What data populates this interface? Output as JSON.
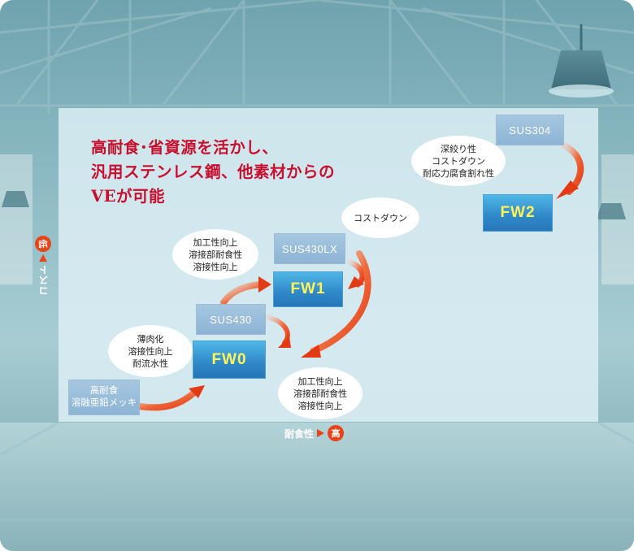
{
  "headline": {
    "line1": "高耐食･省資源を活かし、",
    "line2": "汎用ステンレス鋼、他素材からの",
    "line3": "VEが可能"
  },
  "materials": {
    "sus304": "SUS304",
    "sus430lx": "SUS430LX",
    "sus430": "SUS430",
    "galv_line1": "高耐食",
    "galv_line2": "溶融亜鉛メッキ"
  },
  "products": {
    "fw2": "FW2",
    "fw1": "FW1",
    "fw0": "FW0"
  },
  "bubbles": {
    "fw2_notes": [
      "深絞り性",
      "コストダウン",
      "耐応力腐食割れ性"
    ],
    "cost_down": [
      "コストダウン"
    ],
    "fw1_notes": [
      "加工性向上",
      "溶接部耐食性",
      "溶接性向上"
    ],
    "fw0_notes": [
      "薄肉化",
      "溶接性向上",
      "耐流水性"
    ],
    "fw0_to_fw1_notes": [
      "加工性向上",
      "溶接部耐食性",
      "溶接性向上"
    ]
  },
  "axes": {
    "x_label": "耐食性",
    "x_high": "高",
    "y_label": "コスト",
    "y_high": "低"
  },
  "colors": {
    "headline": "#c8102e",
    "arrow": "#e8441a",
    "product_text": "#fff35a",
    "product_box": "#2f88c8",
    "material_box": "#8db4d4"
  },
  "icons": {
    "axis_arrow": "triangle-right-icon",
    "badge": "circle-badge-icon"
  }
}
